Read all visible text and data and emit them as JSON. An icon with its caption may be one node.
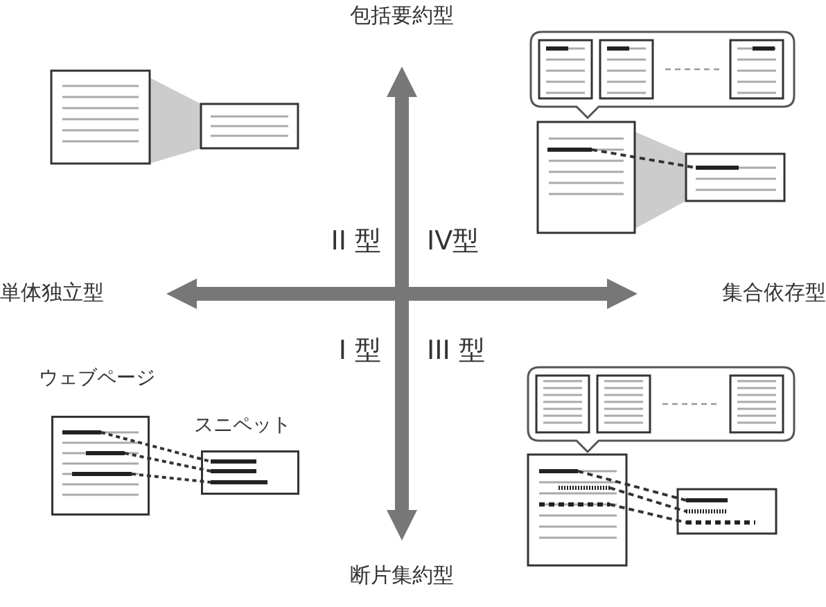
{
  "diagram": {
    "nodes": [
      {
        "text": [
          "ウェブページ"
        ]
      },
      {
        "text": [
          "スニペット"
        ]
      }
    ],
    "edges": [
      {
        "from": 0,
        "to": 1,
        "arrow": "none",
        "style": "dashed"
      },
      {
        "from": 0,
        "to": 1,
        "arrow": "none",
        "style": "dashed"
      },
      {
        "from": 0,
        "to": 1,
        "arrow": "none",
        "style": "dashed"
      }
    ],
    "labels": [
      "包括要約型",
      "II 型",
      "IV型",
      "単体独立型",
      "集合依存型",
      "I 型",
      "III 型",
      "断片集約型"
    ]
  }
}
